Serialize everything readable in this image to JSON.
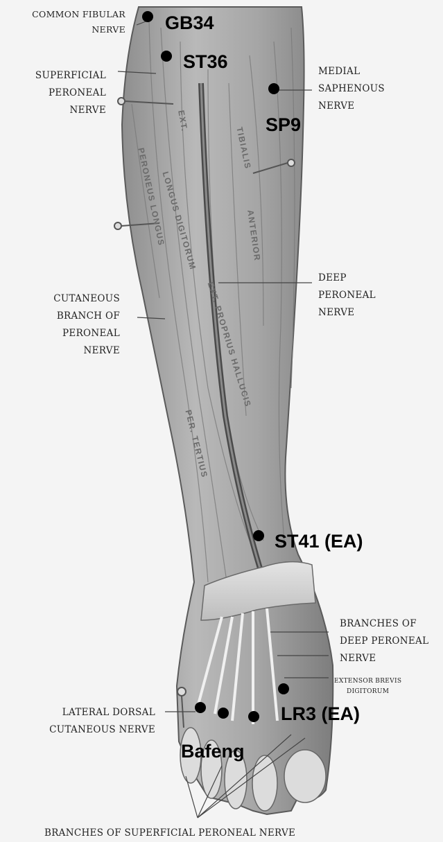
{
  "nerve_labels": {
    "common_fibular": "COMMON FIBULAR\nNERVE",
    "superficial_peroneal": "SUPERFICIAL\nPERONEAL\nNERVE",
    "medial_saphenous": "MEDIAL\nSAPHENOUS\nNERVE",
    "deep_peroneal": "DEEP\nPERONEAL\nNERVE",
    "cutaneous_branch": "CUTANEOUS\nBRANCH OF\nPERONEAL\nNERVE",
    "branches_deep_peroneal": "BRANCHES OF\nDEEP PERONEAL\nNERVE",
    "extensor_brevis": "EXTENSOR BREVIS\nDIGITORUM",
    "lateral_dorsal": "LATERAL DORSAL\nCUTANEOUS NERVE",
    "branches_superficial": "BRANCHES OF SUPERFICIAL PERONEAL NERVE"
  },
  "points": {
    "gb34": "GB34",
    "st36": "ST36",
    "sp9": "SP9",
    "st41": "ST41 (EA)",
    "lr3": "LR3 (EA)",
    "bafeng": "Bafeng"
  },
  "muscles": {
    "ext": "EXT.",
    "peroneus_longus": "PERONEUS LONGUS",
    "longus_digitorum": "LONGUS DIGITORUM",
    "tibialis": "TIBIALIS",
    "anterior": "ANTERIOR",
    "ext_propr": "EXT. PROPRIUS HALLUCIS",
    "per_tertius": "PER. TERTIUS"
  }
}
